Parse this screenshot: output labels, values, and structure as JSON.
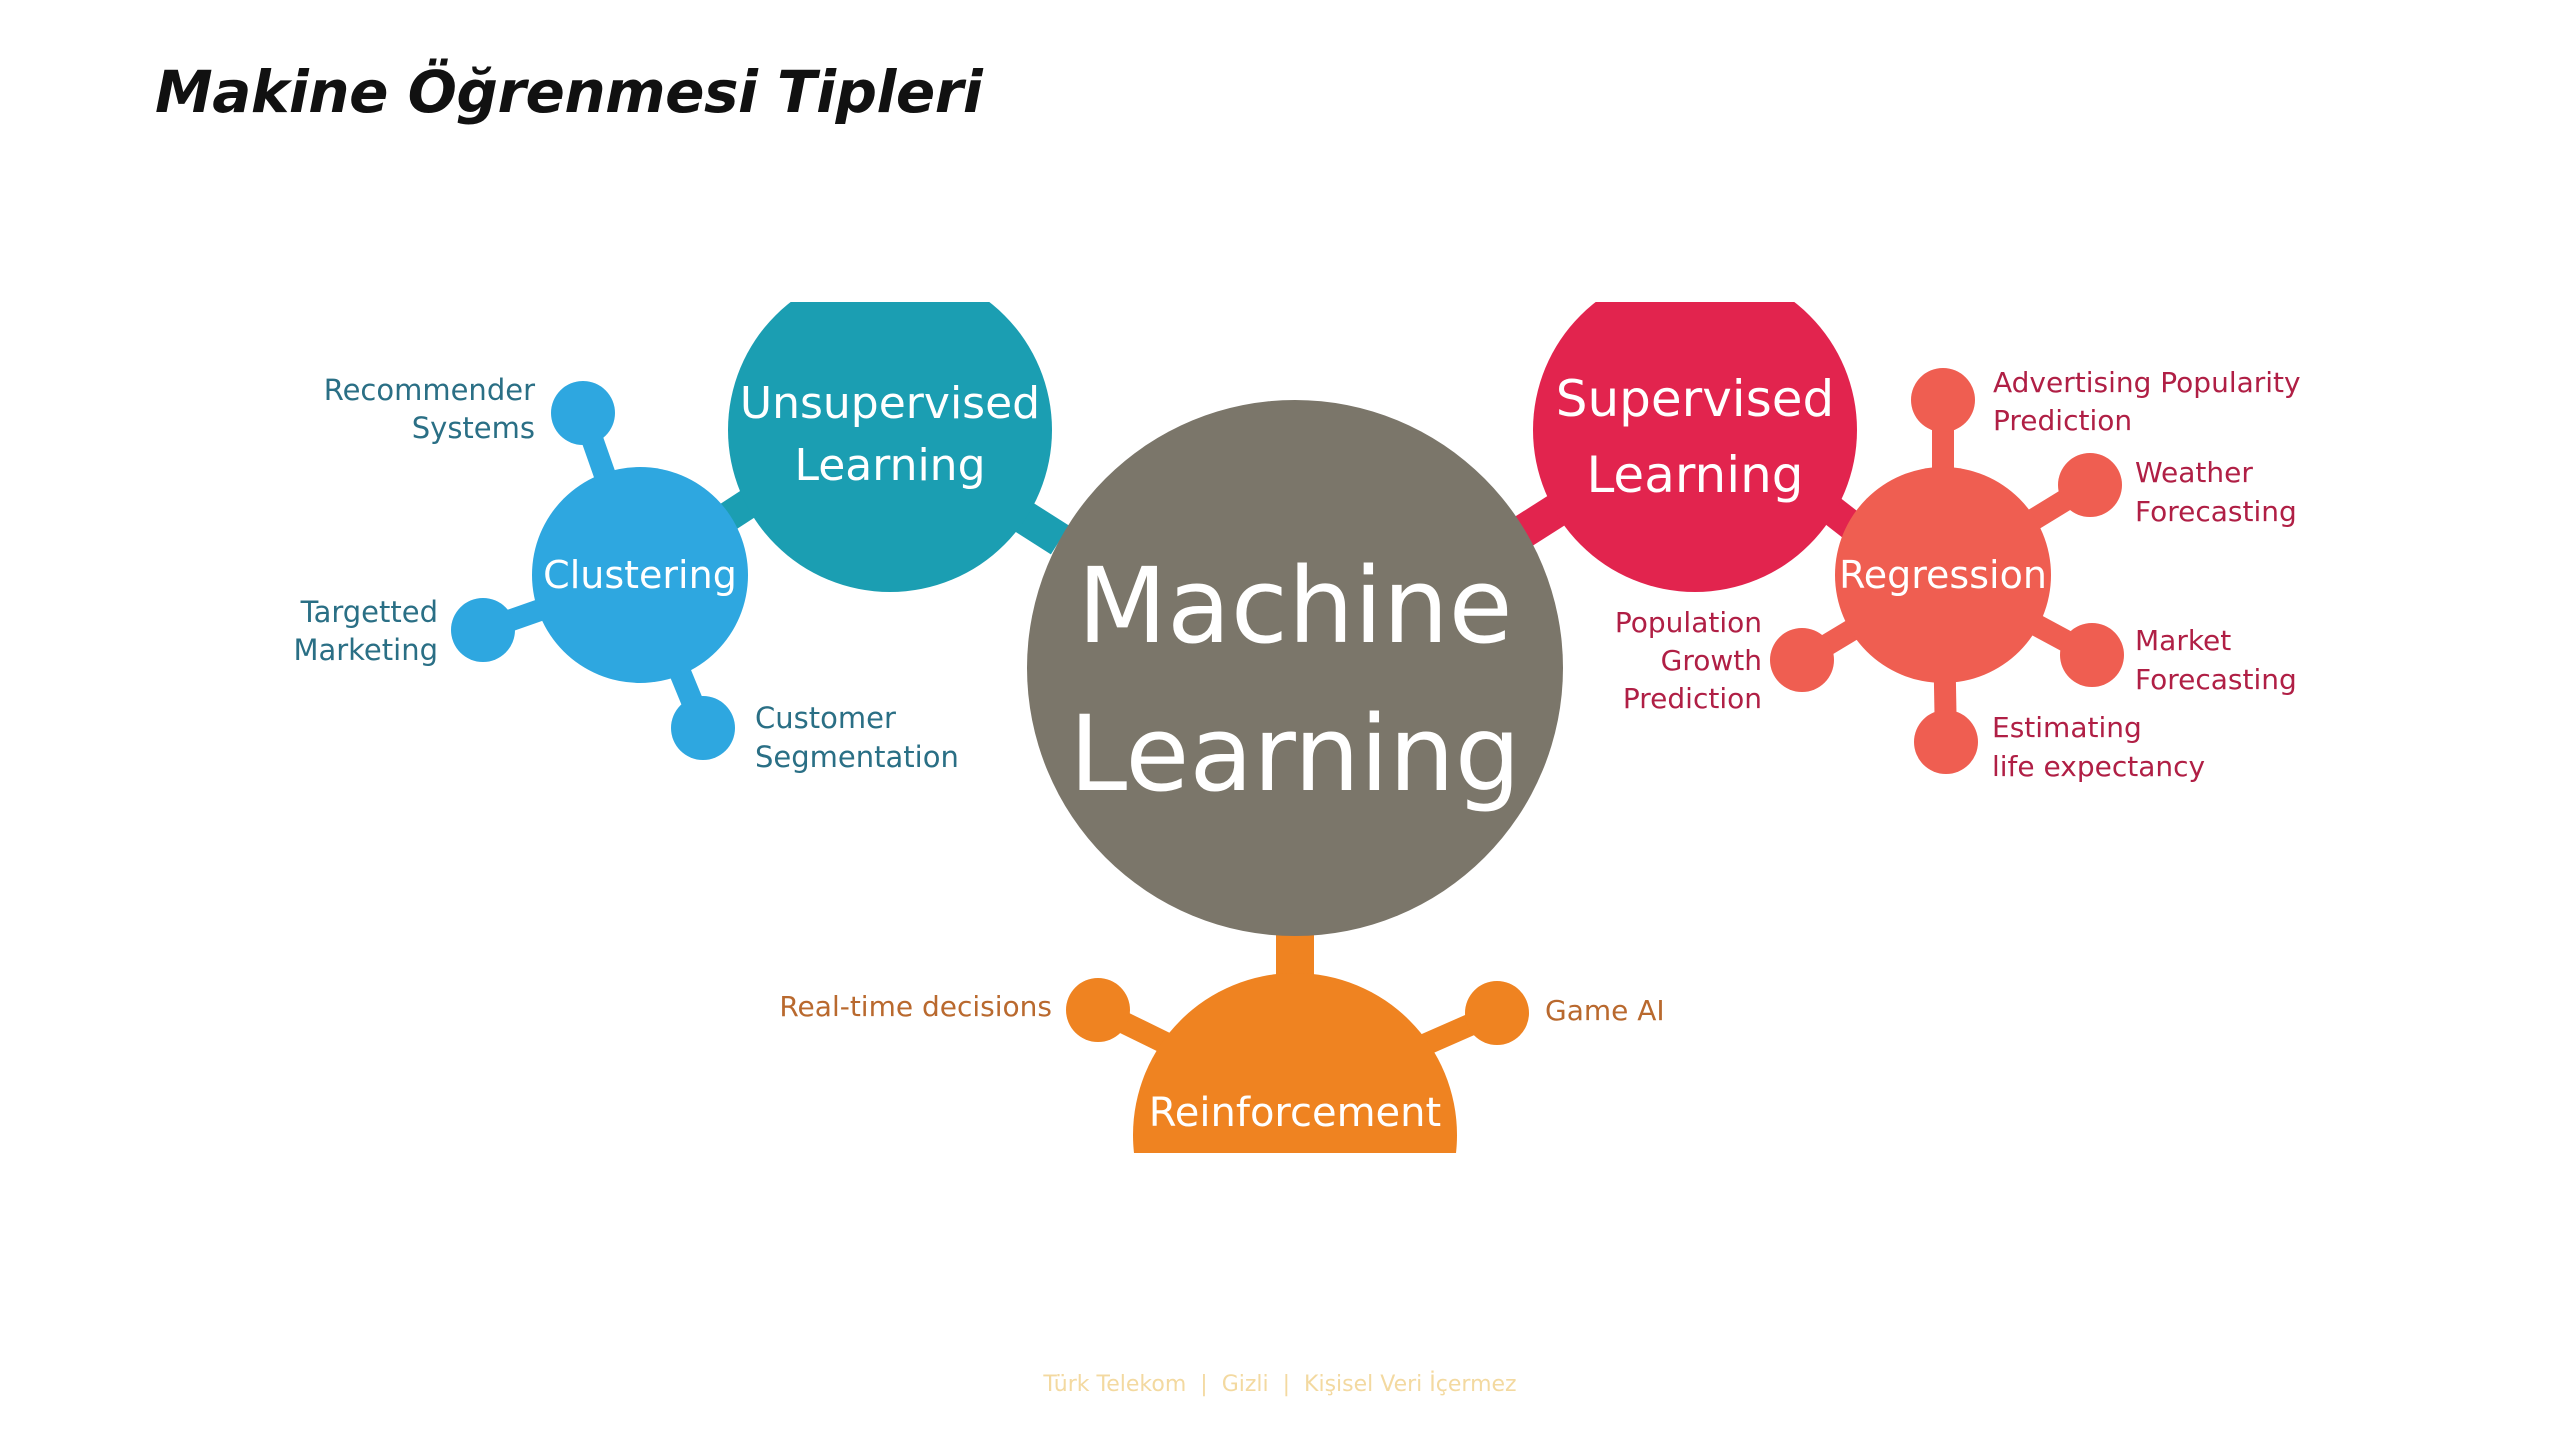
{
  "title": "Makine Öğrenmesi Tipleri",
  "footer": {
    "company": "Türk Telekom",
    "separator": "|",
    "classification": "Gizli",
    "note": "Kişisel Veri İçermez"
  },
  "colors": {
    "center": "#7b766a",
    "unsupervised": "#1b9eb2",
    "clustering": "#2ea7e0",
    "clustering_text": "#2a6f85",
    "supervised": "#e2244e",
    "regression": "#ef5e51",
    "regression_text": "#b01f45",
    "reinforcement": "#ef8321",
    "reinforcement_text": "#b9692e",
    "footer": "#f3d9a0"
  },
  "diagram": {
    "center": {
      "line1": "Machine",
      "line2": "Learning"
    },
    "unsupervised": {
      "line1": "Unsupervised",
      "line2": "Learning"
    },
    "clustering": {
      "label": "Clustering",
      "items": [
        {
          "line1": "Recommender",
          "line2": "Systems"
        },
        {
          "line1": "Targetted",
          "line2": "Marketing"
        },
        {
          "line1": "Customer",
          "line2": "Segmentation"
        }
      ]
    },
    "supervised": {
      "line1": "Supervised",
      "line2": "Learning"
    },
    "regression": {
      "label": "Regression",
      "items": [
        {
          "line1": "Advertising Popularity",
          "line2": "Prediction"
        },
        {
          "line1": "Weather",
          "line2": "Forecasting"
        },
        {
          "line1": "Market",
          "line2": "Forecasting"
        },
        {
          "line1": "Estimating",
          "line2": "life expectancy"
        },
        {
          "line1": "Population",
          "line2": "Growth",
          "line3": "Prediction"
        }
      ]
    },
    "reinforcement": {
      "label": "Reinforcement",
      "items": [
        {
          "line1": "Real-time decisions"
        },
        {
          "line1": "Game AI"
        }
      ]
    }
  }
}
